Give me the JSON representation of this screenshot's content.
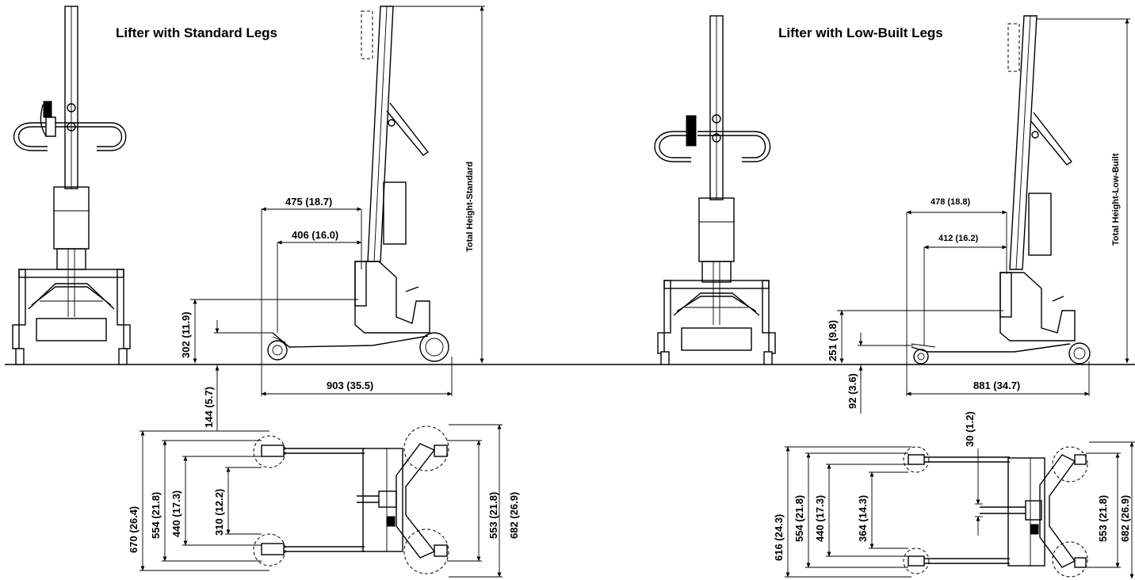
{
  "standard": {
    "title": "Lifter with Standard Legs",
    "total_height": "Total Height-Standard",
    "dims": {
      "d475": "475  (18.7)",
      "d406": "406  (16.0)",
      "d302": "302  (11.9)",
      "d144": "144  (5.7)",
      "d903": "903  (35.5)",
      "d670": "670  (26.4)",
      "d554": "554  (21.8)",
      "d440": "440  (17.3)",
      "d310": "310  (12.2)",
      "d553": "553  (21.8)",
      "d682": "682  (26.9)"
    }
  },
  "lowbuilt": {
    "title": "Lifter with Low-Built Legs",
    "total_height": "Total Height-Low-Built",
    "dims": {
      "d478": "478  (18.8)",
      "d412": "412  (16.2)",
      "d251": "251  (9.8)",
      "d92": "92  (3.6)",
      "d30": "30  (1.2)",
      "d881": "881  (34.7)",
      "d616": "616  (24.3)",
      "d554": "554  (21.8)",
      "d440": "440  (17.3)",
      "d364": "364  (14.3)",
      "d553": "553  (21.8)",
      "d682": "682  (26.9)"
    }
  }
}
